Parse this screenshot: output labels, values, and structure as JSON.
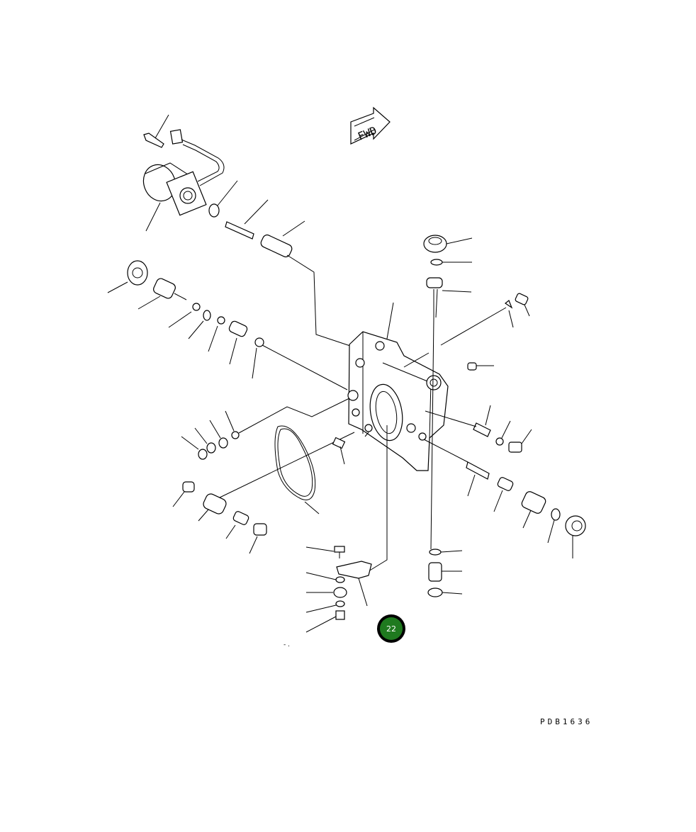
{
  "diagram": {
    "direction_marker": "FWD",
    "drawing_code": "PDB1636",
    "highlighted_callout": {
      "label": "22",
      "color": "#1f7a1f",
      "ring_color": "#000000"
    }
  }
}
